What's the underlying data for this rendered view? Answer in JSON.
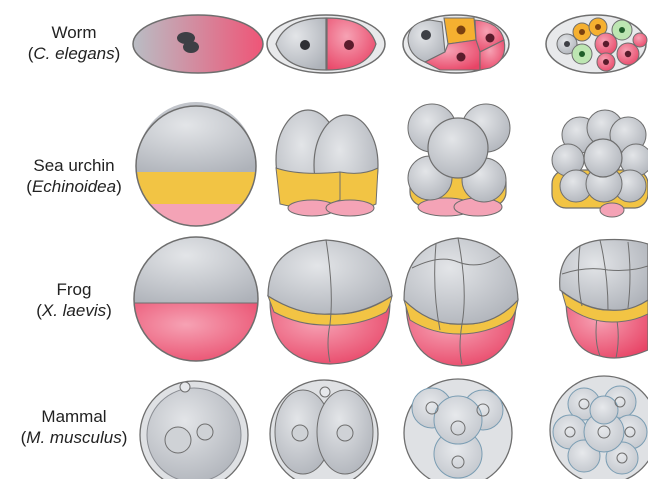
{
  "rows": [
    {
      "name": "Worm",
      "open": "(",
      "species": "C. elegans",
      "close": ")"
    },
    {
      "name": "Sea urchin",
      "open": "(",
      "species": "Echinoidea",
      "close": ")"
    },
    {
      "name": "Frog",
      "open": "(",
      "species": "X. laevis",
      "close": ")"
    },
    {
      "name": "Mammal",
      "open": "(",
      "species": "M. musculus",
      "close": ")"
    }
  ],
  "colors": {
    "gray": "#b9bdc4",
    "gray_light": "#d8dade",
    "pink": "#ef5577",
    "yellow": "#f2c444",
    "orange": "#f5b030",
    "green": "#bde6b2",
    "nucleus": "#6b2a3c",
    "outline": "#6e6e6e",
    "blue_tint": "#a9cfe6"
  }
}
